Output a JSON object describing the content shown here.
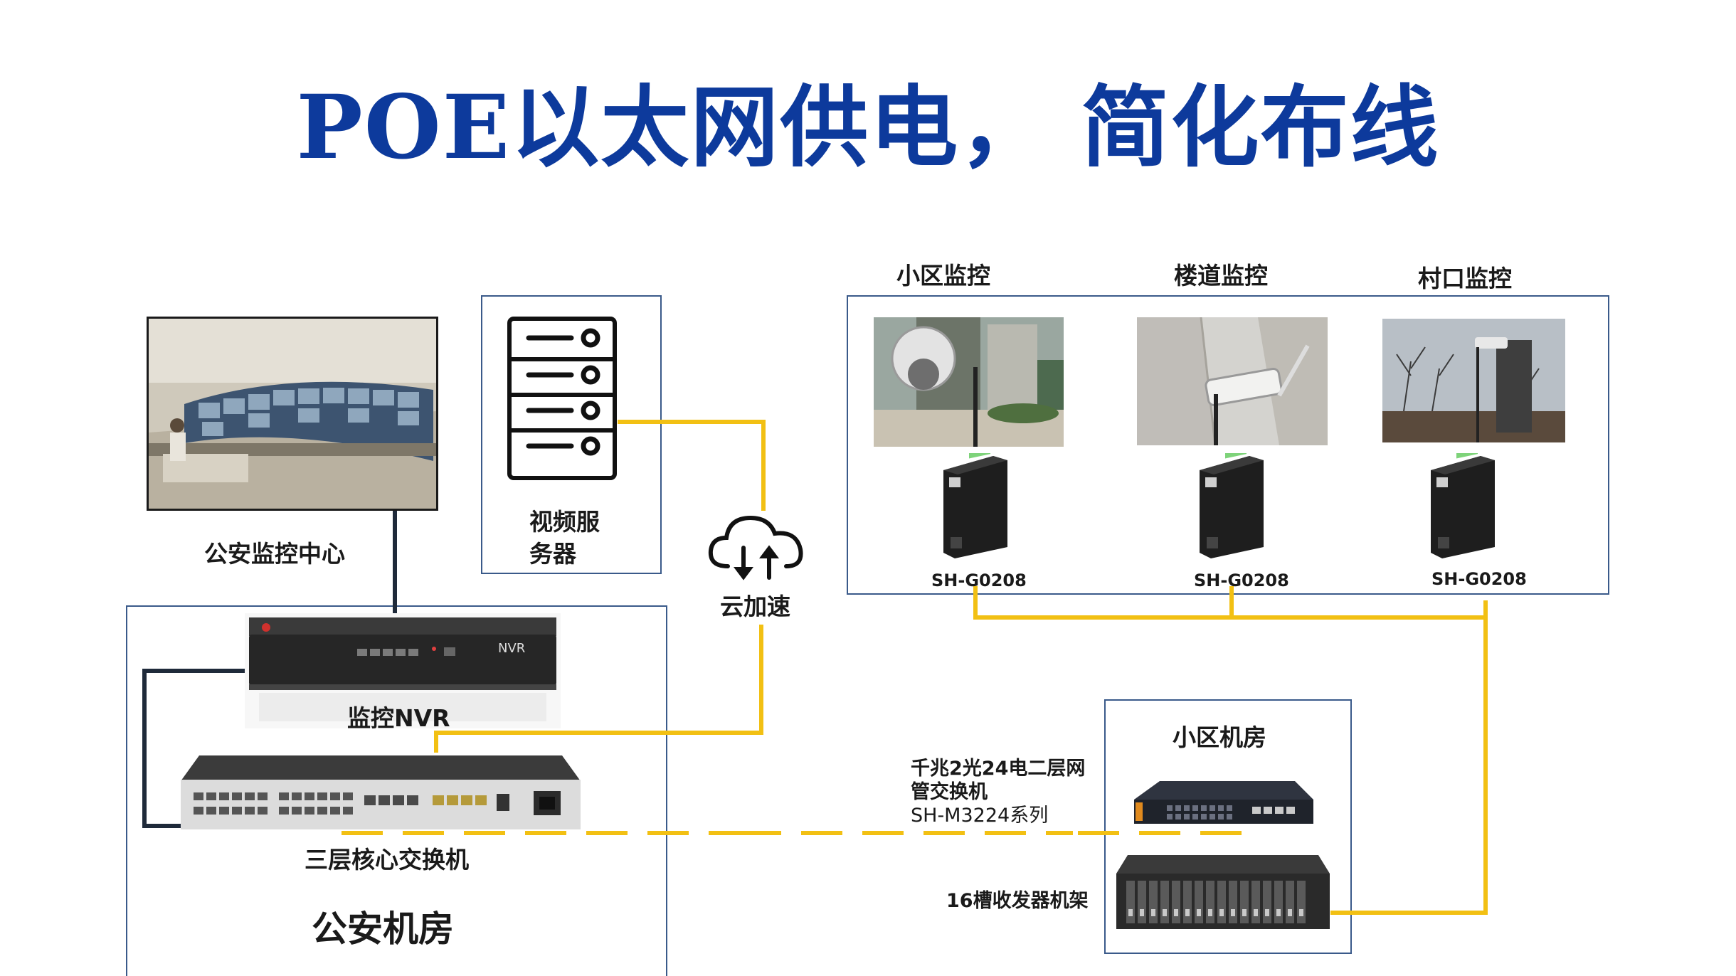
{
  "title": "POE以太网供电， 简化布线",
  "monitor_center": {
    "label": "公安监控中心"
  },
  "video_server": {
    "label_line1": "视频服",
    "label_line2": "务器"
  },
  "cloud": {
    "label": "云加速"
  },
  "police_room": {
    "label": "公安机房",
    "nvr_label": "监控NVR",
    "nvr_front_text": "NVR",
    "core_switch_label": "三层核心交换机"
  },
  "sites": [
    {
      "name": "小区监控",
      "device": "SH-G0208"
    },
    {
      "name": "楼道监控",
      "device": "SH-G0208"
    },
    {
      "name": "村口监控",
      "device": "SH-G0208"
    }
  ],
  "community_room": {
    "label": "小区机房",
    "switch_desc_line1": "千兆2光24电二层网",
    "switch_desc_line2": "管交换机",
    "switch_model": "SH-M3224系列",
    "chassis_label": "16槽收发器机架"
  },
  "colors": {
    "title": "#0d3a9c",
    "fiber_link": "#f2c013",
    "copper_link": "#1f2a3a",
    "frame": "#3a5a8a"
  }
}
